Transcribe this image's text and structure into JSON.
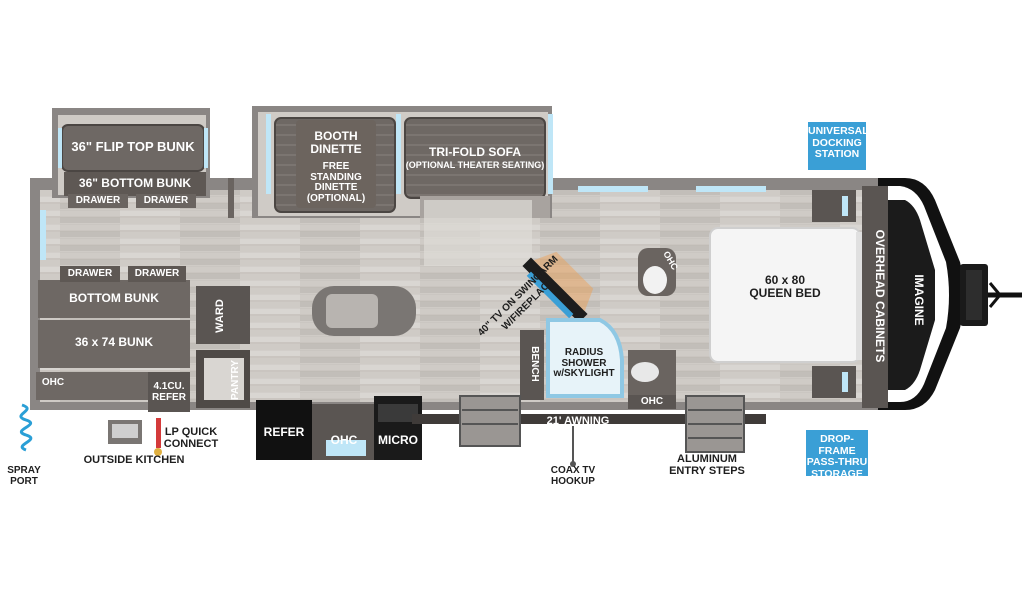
{
  "brand": "IMAGINE",
  "labels": {
    "flip_top_bunk": "36\" FLIP TOP BUNK",
    "bottom_bunk_top": "36\" BOTTOM BUNK",
    "drawer": "DRAWER",
    "bottom_bunk": "BOTTOM BUNK",
    "bunk_36x74": "36 x 74 BUNK",
    "ohc": "OHC",
    "refer_41": "4.1CU.\nREFER",
    "ward": "WARD",
    "pantry": "PANTRY",
    "booth_dinette": "BOOTH\nDINETTE",
    "free_standing": "FREE STANDING\nDINETTE\n(OPTIONAL)",
    "tri_fold_sofa": "TRI-FOLD SOFA",
    "theater_seating": "(OPTIONAL THEATER SEATING)",
    "tv_swingarm": "40\" TV ON SWINGARM\nW/FIREPLACE",
    "bench": "BENCH",
    "radius_shower": "RADIUS\nSHOWER\nw/SKYLIGHT",
    "queen_bed": "60 x 80\nQUEEN BED",
    "overhead_cabinets": "OVERHEAD CABINETS",
    "refer": "REFER",
    "micro": "MICRO",
    "awning": "21' AWNING",
    "outside_kitchen": "OUTSIDE KITCHEN",
    "lp_quick_connect": "LP QUICK\nCONNECT",
    "spray_port": "SPRAY\nPORT",
    "coax_tv": "COAX TV\nHOOKUP",
    "aluminum_steps": "ALUMINUM\nENTRY STEPS"
  },
  "callouts": {
    "universal_docking": "UNIVERSAL\nDOCKING\nSTATION",
    "drop_frame": "DROP-FRAME\nPASS-THRU\nSTORAGE"
  },
  "colors": {
    "floor": "#c9c6c2",
    "cabinet": "#5a5552",
    "wall": "#8a8684",
    "accent_blue": "#3a9fd6",
    "window_blue": "#bfe6f7"
  }
}
